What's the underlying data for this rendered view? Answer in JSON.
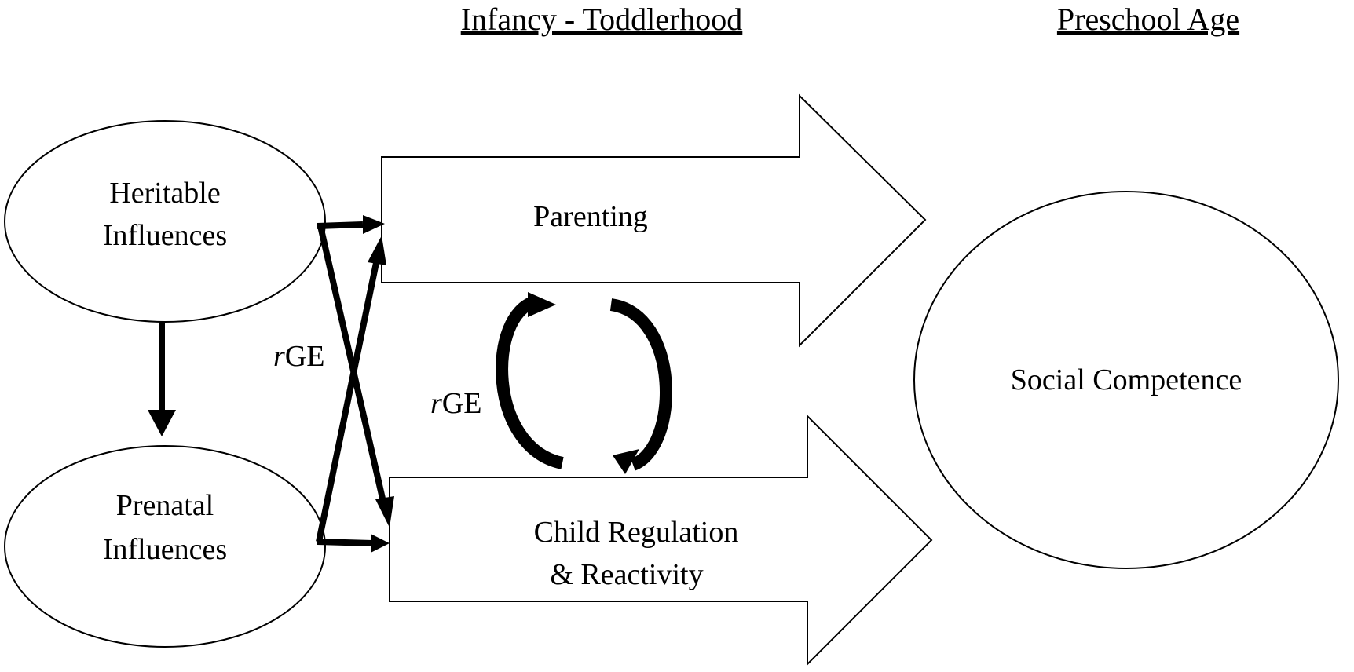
{
  "headers": {
    "infancy_toddlerhood": "Infancy - Toddlerhood",
    "preschool_age": "Preschool Age"
  },
  "nodes": {
    "heritable": [
      "Heritable",
      "Influences"
    ],
    "prenatal": [
      "Prenatal",
      "Influences"
    ],
    "parenting": "Parenting",
    "child_regulation": [
      "Child Regulation",
      "& Reactivity"
    ],
    "social_competence": "Social Competence"
  },
  "labels": {
    "rge_left": {
      "italic": "r",
      "rest": "GE"
    },
    "rge_middle": {
      "italic": "r",
      "rest": "GE"
    }
  },
  "colors": {
    "stroke": "#000000",
    "fill": "#ffffff"
  }
}
